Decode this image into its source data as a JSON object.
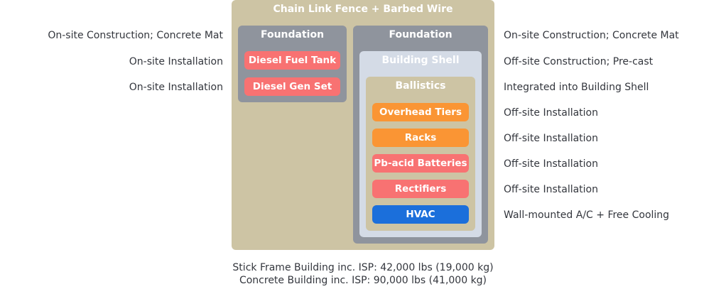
{
  "outer": {
    "title": "Chain Link Fence + Barbed Wire",
    "color": "#cdc4a4"
  },
  "left_foundation": {
    "title": "Foundation",
    "color": "#8f949d",
    "items": [
      {
        "label": "Diesel Fuel Tank",
        "color": "#f87272"
      },
      {
        "label": "Diesel Gen Set",
        "color": "#f87272"
      }
    ]
  },
  "right_foundation": {
    "title": "Foundation",
    "color": "#8f949d",
    "building_shell": {
      "title": "Building Shell",
      "color": "#d4dbe6",
      "ballistics": {
        "title": "Ballistics",
        "color": "#cdc4a4",
        "items": [
          {
            "label": "Overhead Tiers",
            "color": "#fa9534"
          },
          {
            "label": "Racks",
            "color": "#fa9534"
          },
          {
            "label": "Pb-acid Batteries",
            "color": "#f87272"
          },
          {
            "label": "Rectifiers",
            "color": "#f87272"
          },
          {
            "label": "HVAC",
            "color": "#1b6fdb"
          }
        ]
      }
    }
  },
  "left_labels": [
    "On-site Construction; Concrete Mat",
    "On-site Installation",
    "On-site Installation"
  ],
  "right_labels": [
    "On-site Construction; Concrete Mat",
    "Off-site Construction; Pre-cast",
    "Integrated into Building Shell",
    "Off-site Installation",
    "Off-site Installation",
    "Off-site Installation",
    "Off-site Installation",
    "Wall-mounted A/C + Free Cooling"
  ],
  "captions": [
    "Stick Frame Building inc. ISP: 42,000 lbs (19,000 kg)",
    "Concrete Building inc. ISP: 90,000 lbs (41,000 kg)"
  ]
}
